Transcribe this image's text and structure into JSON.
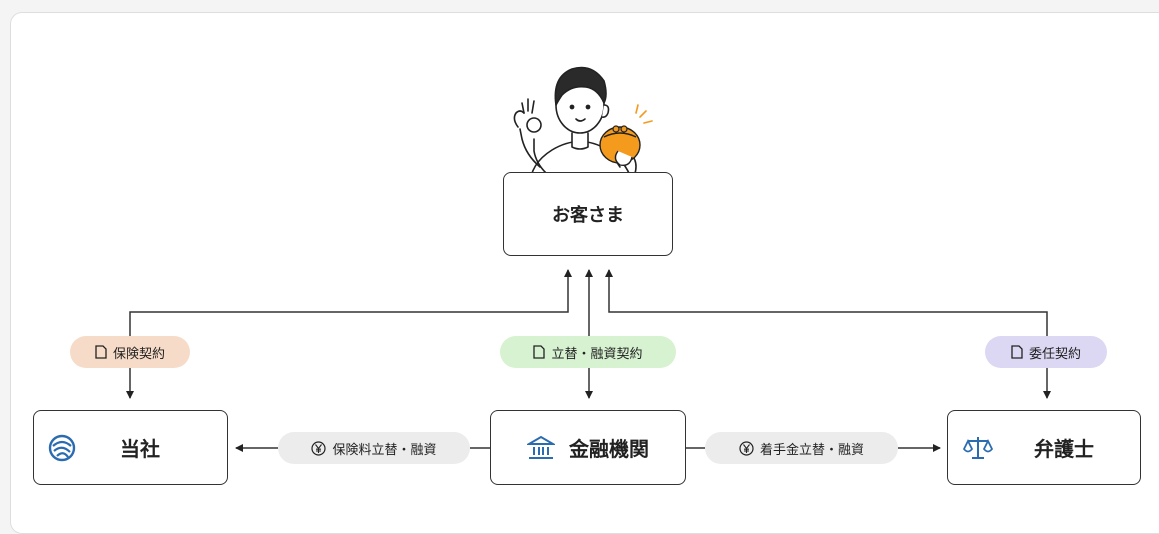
{
  "nodes": {
    "customer": "お客さま",
    "company": "当社",
    "bank": "金融機関",
    "lawyer": "弁護士"
  },
  "contracts": {
    "insurance": "保険契約",
    "financing": "立替・融資契約",
    "mandate": "委任契約"
  },
  "flows": {
    "premium_financing": "保険料立替・融資",
    "retainer_financing": "着手金立替・融資"
  },
  "icons": {
    "company": "company-logo-icon",
    "bank": "bank-icon",
    "lawyer": "scales-icon",
    "document": "document-icon",
    "yen": "yen-coin-icon"
  },
  "colors": {
    "insurance_pill": "#f6dcc8",
    "financing_pill": "#d6f2d0",
    "mandate_pill": "#dcd7f3",
    "flow_pill": "#ececec",
    "accent_blue": "#2b6cb0",
    "purse_orange": "#f49a1d"
  }
}
